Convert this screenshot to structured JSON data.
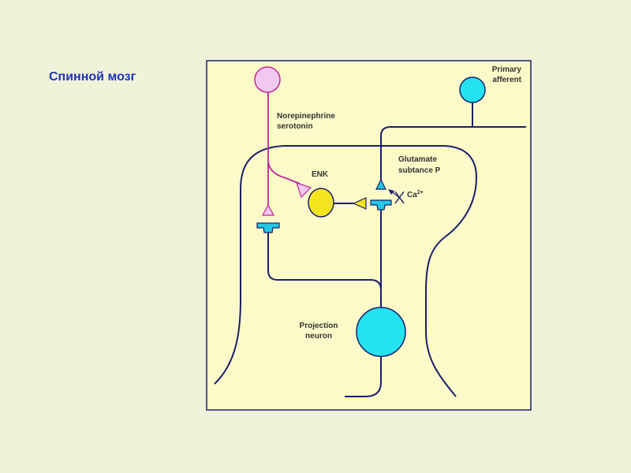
{
  "title": "Спинной мозг",
  "labels": {
    "primary_afferent_line1": "Primary",
    "primary_afferent_line2": "afferent",
    "norepinephrine": "Norepinephrine",
    "serotonin": "serotonin",
    "enk": "ENK",
    "glutamate": "Glutamate",
    "substance_p": "subtance P",
    "ca": "Ca",
    "ca_superscript": "2+",
    "projection_line1": "Projection",
    "projection_line2": "neuron"
  },
  "colors": {
    "background": "#F0F2DA",
    "panel": "#FDFAC9",
    "panel_border": "#1A1F6E",
    "nerve_line": "#1A1F6E",
    "title": "#1F33B8",
    "descending_neuron_fill": "#F3C8EE",
    "descending_neuron_stroke": "#C0279A",
    "enk_neuron_fill": "#F2E51B",
    "terminal_fill": "#23C8E6",
    "cell_body_fill": "#23E3F2"
  }
}
